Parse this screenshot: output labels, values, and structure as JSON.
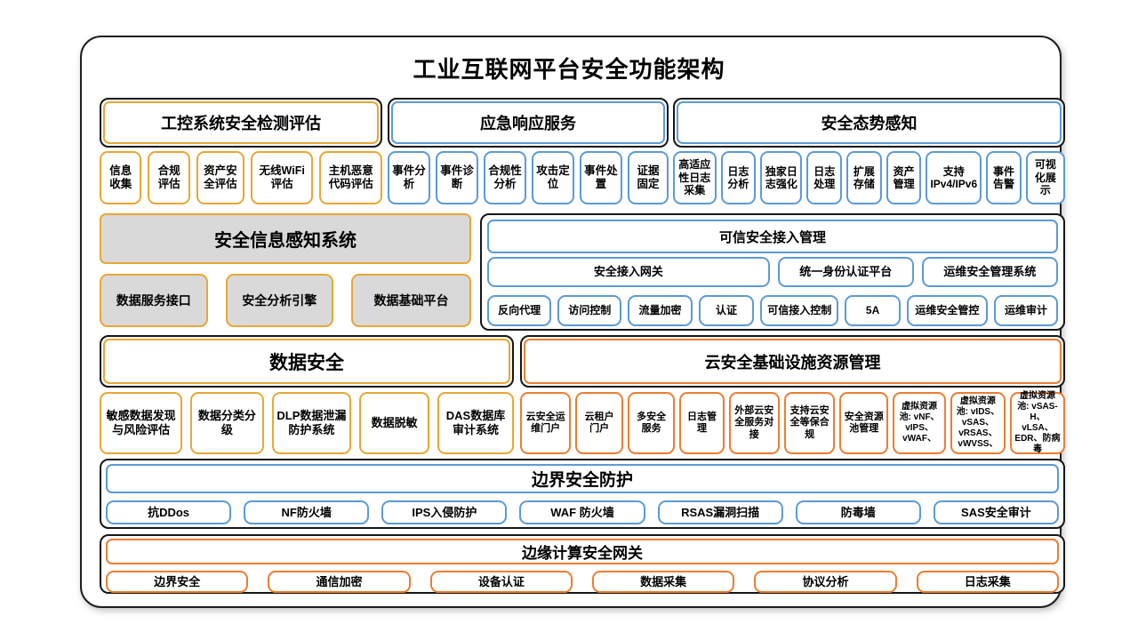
{
  "title": "工业互联网平台安全功能架构",
  "colors": {
    "gold_accent": "#E8A735",
    "blue_accent": "#5B9BD5",
    "orange_accent": "#ED7D31",
    "gray_fill": "#D9D9D9",
    "outline": "#1f1f1f"
  },
  "sections": {
    "ics_assessment": {
      "title": "工控系统安全检测评估",
      "items": [
        "信息收集",
        "合规评估",
        "资产安全评估",
        "无线WiFi评估",
        "主机恶意代码评估"
      ]
    },
    "emergency_response": {
      "title": "应急响应服务",
      "items": [
        "事件分析",
        "事件诊断",
        "合规性分析",
        "攻击定位",
        "事件处置",
        "证据固定"
      ]
    },
    "situation_awareness": {
      "title": "安全态势感知",
      "items": [
        "高适应性日志采集",
        "日志分析",
        "独家日志强化",
        "日志处理",
        "扩展存储",
        "资产管理",
        "支持IPv4/IPv6",
        "事件告警",
        "可视化展示"
      ]
    },
    "security_info_perception": {
      "title": "安全信息感知系统",
      "items": [
        "数据服务接口",
        "安全分析引擎",
        "数据基础平台"
      ]
    },
    "trusted_access": {
      "title": "可信安全接入管理",
      "mid_items": [
        "安全接入网关",
        "统一身份认证平台",
        "运维安全管理系统"
      ],
      "items": [
        "反向代理",
        "访问控制",
        "流量加密",
        "认证",
        "可信接入控制",
        "5A",
        "运维安全管控",
        "运维审计"
      ]
    },
    "data_security": {
      "title": "数据安全",
      "items": [
        "敏感数据发现与风险评估",
        "数据分类分级",
        "DLP数据泄漏防护系统",
        "数据脱敏",
        "DAS数据库审计系统"
      ]
    },
    "cloud_security": {
      "title": "云安全基础设施资源管理",
      "items": [
        "云安全运维门户",
        "云租户门户",
        "多安全服务",
        "日志管理",
        "外部云安全服务对接",
        "支持云安全等保合规",
        "安全资源池管理",
        "虚拟资源池: vNF、vIPS、vWAF、",
        "虚拟资源池: vIDS、vSAS、vRSAS、vWVSS、",
        "虚拟资源池: vSAS-H、vLSA、EDR、防病毒"
      ]
    },
    "border_protection": {
      "title": "边界安全防护",
      "items": [
        "抗DDos",
        "NF防火墙",
        "IPS入侵防护",
        "WAF 防火墙",
        "RSAS漏洞扫描",
        "防毒墙",
        "SAS安全审计"
      ]
    },
    "edge_gateway": {
      "title": "边缘计算安全网关",
      "items": [
        "边界安全",
        "通信加密",
        "设备认证",
        "数据采集",
        "协议分析",
        "日志采集"
      ]
    }
  }
}
